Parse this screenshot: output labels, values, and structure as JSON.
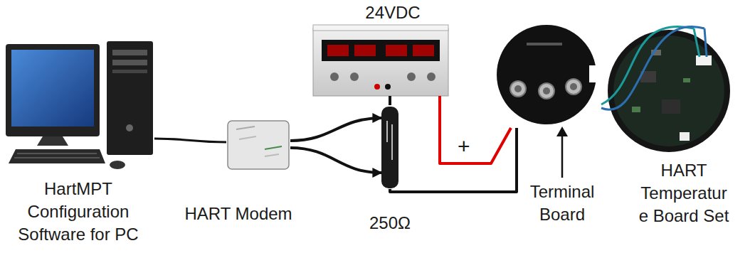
{
  "diagram": {
    "nodes": [
      {
        "text": [
          "HartMPT Configuration Software for PC"
        ]
      },
      {
        "text": [
          "HART Modem"
        ]
      },
      {
        "text": [
          "24VDC"
        ]
      },
      {
        "text": [
          "250Ω"
        ]
      },
      {
        "text": [
          "Terminal Board"
        ]
      },
      {
        "text": [
          "HART Temperatur e Board Set"
        ]
      }
    ],
    "edges": [
      {
        "from": 0,
        "to": 1,
        "arrow": "none"
      },
      {
        "from": 1,
        "to": 3,
        "arrow": "to"
      },
      {
        "from": 1,
        "to": 3,
        "arrow": "to"
      },
      {
        "from": 2,
        "to": 3,
        "arrow": "none"
      },
      {
        "from": 2,
        "to": 4,
        "arrow": "none",
        "label": "+"
      },
      {
        "from": 3,
        "to": 4,
        "arrow": "none"
      },
      {
        "from": 4,
        "to": 5,
        "arrow": "none"
      }
    ]
  }
}
